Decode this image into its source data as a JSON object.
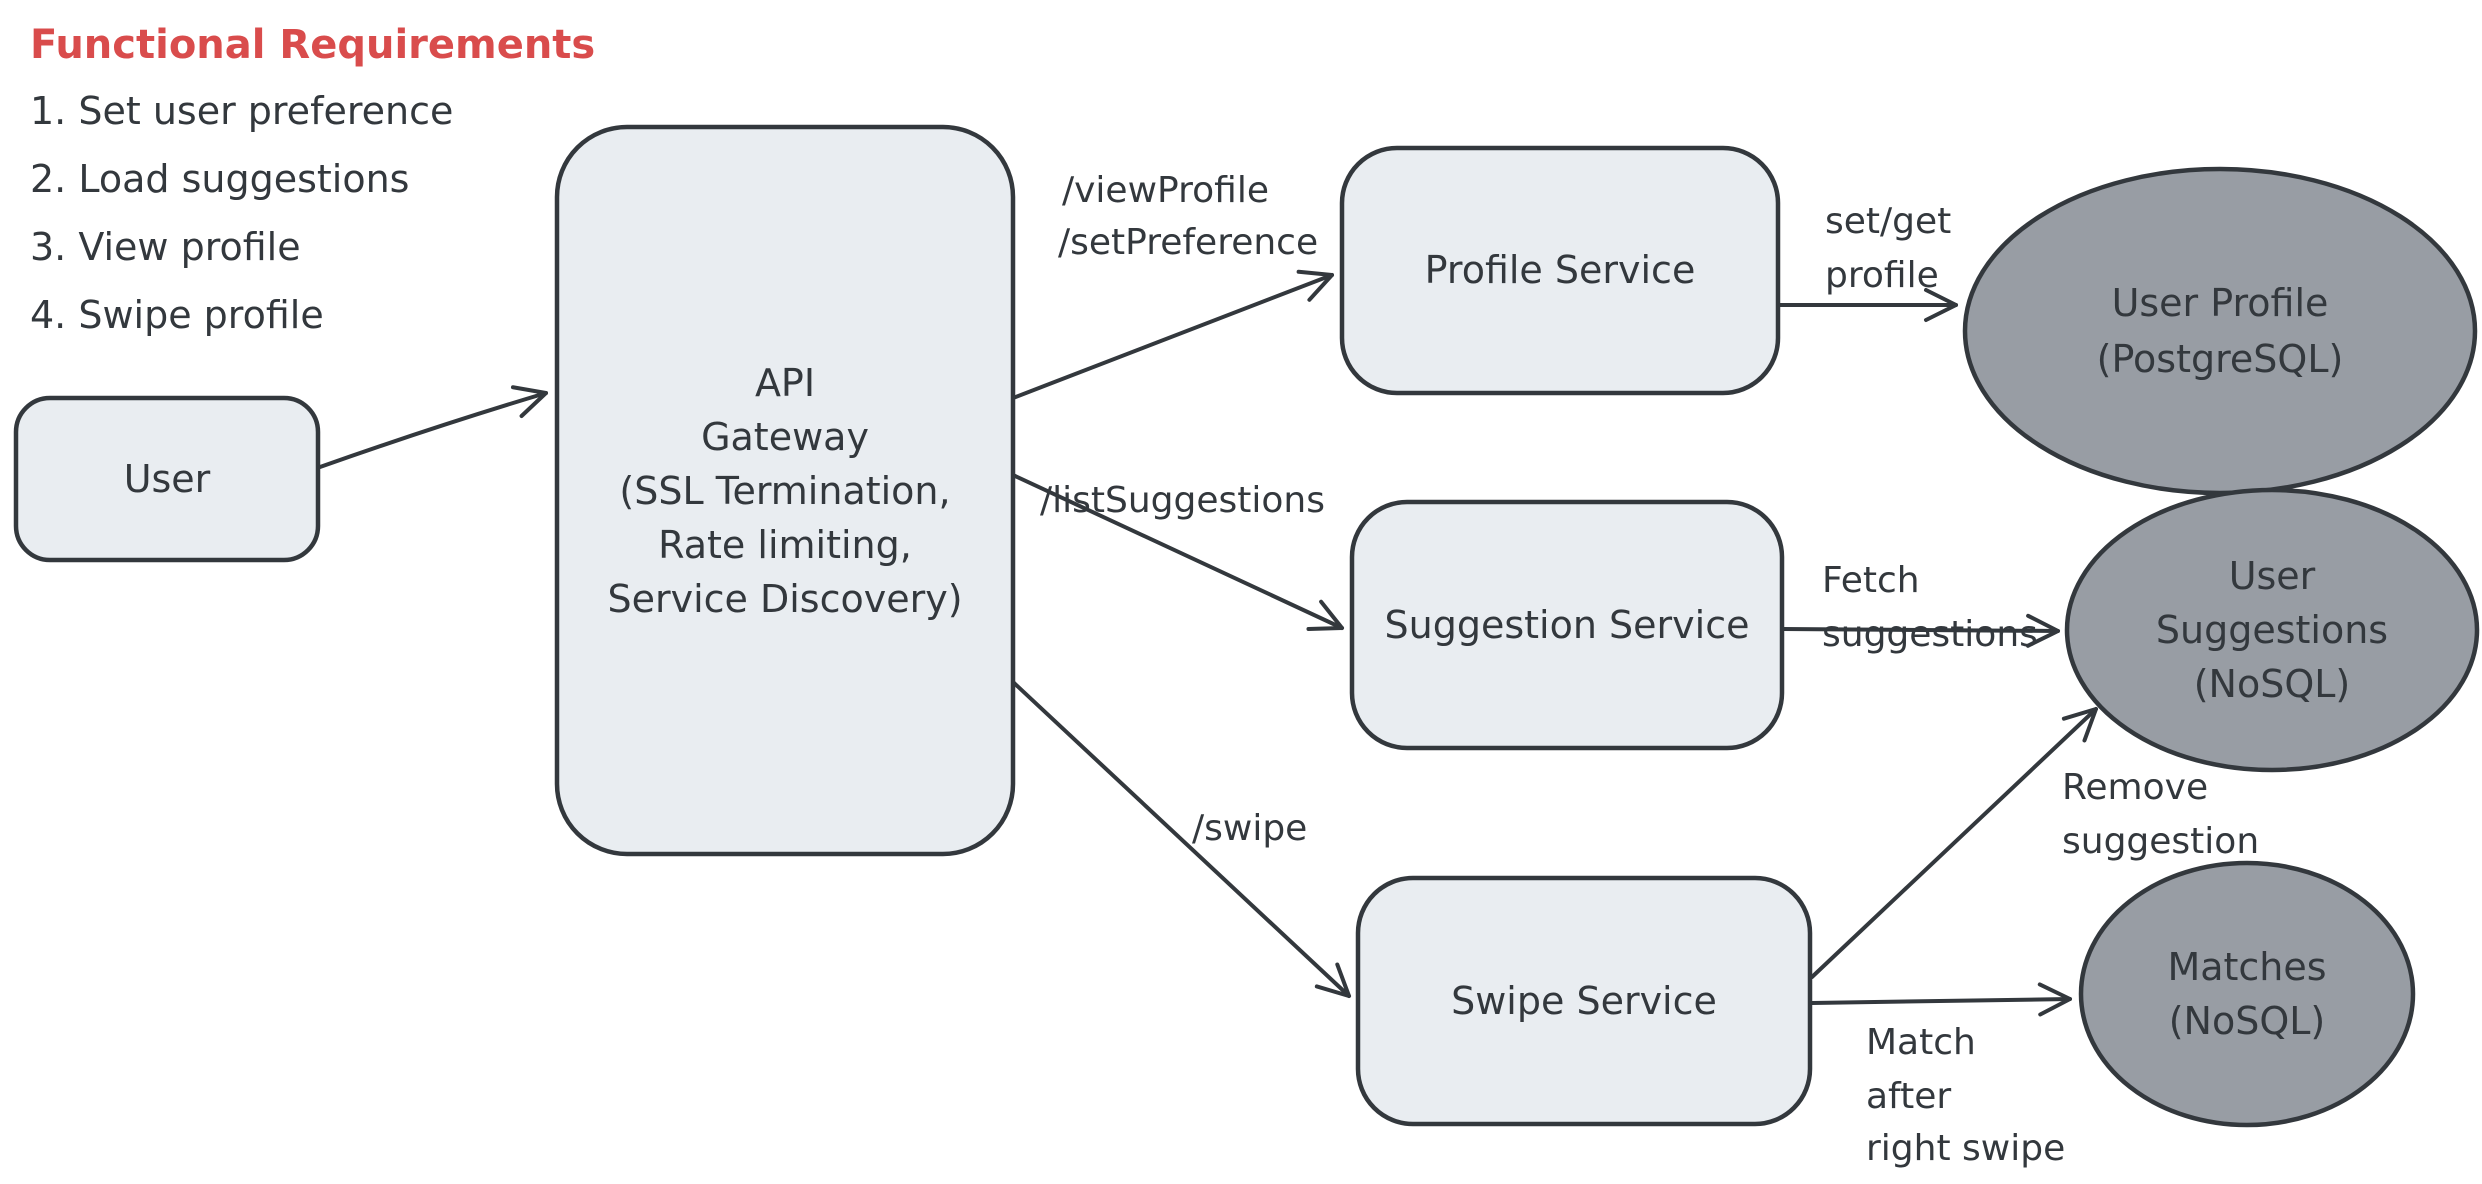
{
  "colors": {
    "background": "#ffffff",
    "stroke": "#33383d",
    "text": "#33383d",
    "node_fill": "#e9edf1",
    "database_fill": "#989da4",
    "accent_red": "#d94c4c"
  },
  "requirements": {
    "title": "Functional Requirements",
    "items": [
      "1. Set user preference",
      "2. Load suggestions",
      "3. View profile",
      "4. Swipe profile"
    ]
  },
  "nodes": {
    "user": {
      "label": "User"
    },
    "api_gateway": {
      "lines": [
        "API",
        "Gateway",
        "(SSL Termination,",
        "Rate limiting,",
        "Service Discovery)"
      ]
    },
    "profile_service": {
      "label": "Profile Service"
    },
    "suggestion_service": {
      "label": "Suggestion Service"
    },
    "swipe_service": {
      "label": "Swipe Service"
    },
    "user_profile_db": {
      "lines": [
        "User Profile",
        "(PostgreSQL)"
      ]
    },
    "user_suggestions_db": {
      "lines": [
        "User",
        "Suggestions",
        "(NoSQL)"
      ]
    },
    "matches_db": {
      "lines": [
        "Matches",
        "(NoSQL)"
      ]
    }
  },
  "edges": {
    "gateway_to_profile": {
      "lines": [
        "/viewProfile",
        "/setPreference"
      ]
    },
    "profile_to_db": {
      "lines": [
        "set/get",
        "profile"
      ]
    },
    "gateway_to_suggestion": {
      "lines": [
        "/listSuggestions"
      ]
    },
    "suggestion_to_db": {
      "lines": [
        "Fetch",
        "suggestions"
      ]
    },
    "gateway_to_swipe": {
      "lines": [
        "/swipe"
      ]
    },
    "swipe_to_suggestions_db": {
      "lines": [
        "Remove",
        "suggestion"
      ]
    },
    "swipe_to_matches_db": {
      "lines": [
        "Match",
        "after",
        "right swipe"
      ]
    }
  }
}
